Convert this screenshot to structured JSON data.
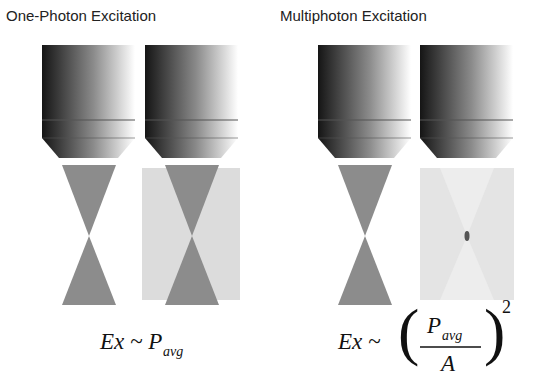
{
  "diagram": {
    "labels": [
      "One-Photon Excitation",
      "Multiphoton Excitation",
      "Ex ~ P",
      "avg",
      "Ex ~",
      "(",
      "P",
      "avg",
      "A",
      ")",
      "2"
    ]
  }
}
